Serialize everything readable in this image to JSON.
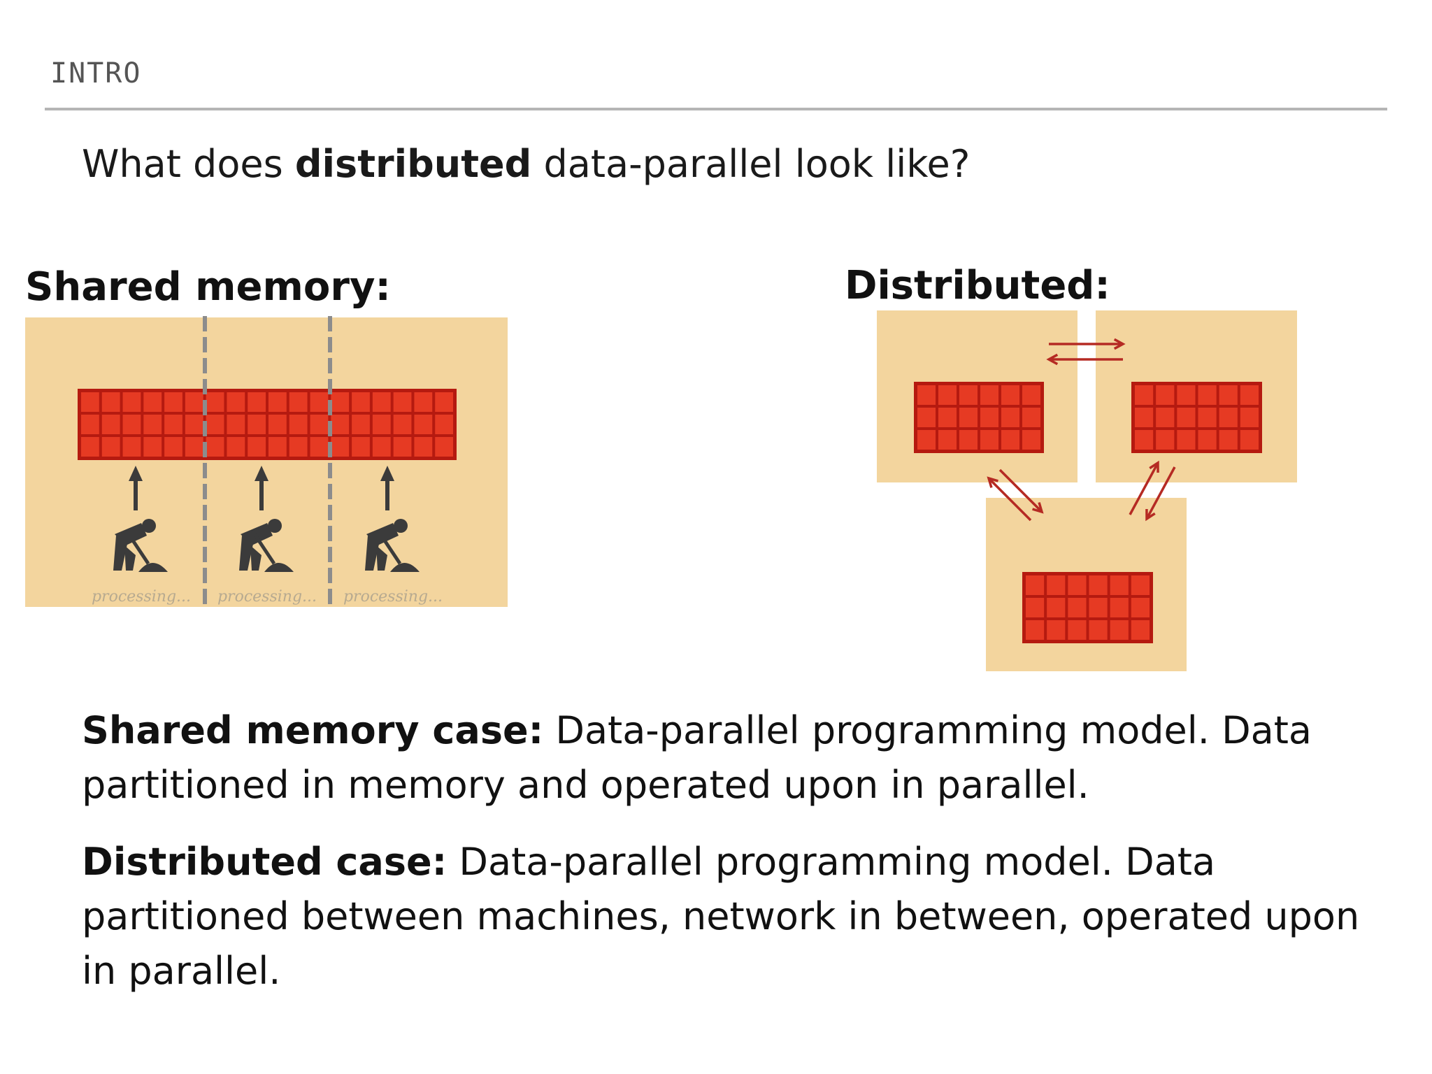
{
  "header": {
    "section": "INTRO"
  },
  "question": {
    "prefix": "What does",
    "emphasis": "distributed",
    "suffix": "data-parallel look like?"
  },
  "diagrams": {
    "shared_title": "Shared memory:",
    "distributed_title": "Distributed:",
    "worker_caption": "processing...",
    "colors": {
      "panel": "#f3d59e",
      "grid_fill": "#e63a23",
      "grid_line": "#b51a10",
      "divider": "#8c8c8c",
      "worker": "#3b3b3b",
      "arrow": "#b52a23",
      "caption": "#b7aa90"
    }
  },
  "paragraphs": [
    {
      "label": "Shared memory case:",
      "text": "Data-parallel programming model. Data partitioned in memory and operated upon in parallel."
    },
    {
      "label": "Distributed case:",
      "text": "Data-parallel programming model. Data partitioned between machines, network in between, operated upon in parallel."
    }
  ]
}
